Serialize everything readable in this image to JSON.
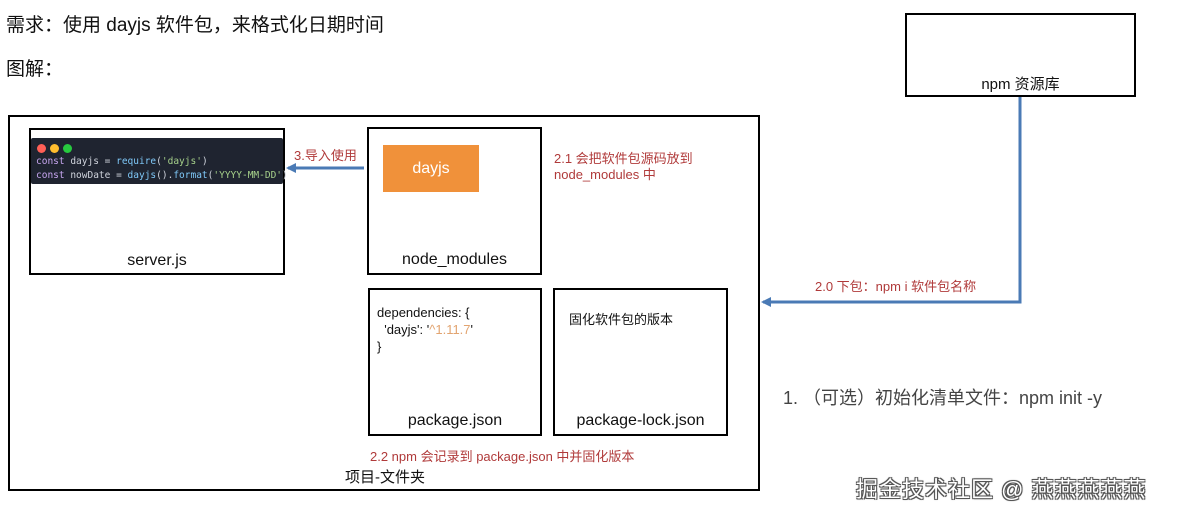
{
  "heading": {
    "requirement": "需求：使用 dayjs 软件包，来格式化日期时间",
    "diagram": "图解："
  },
  "registry": {
    "label": "npm 资源库"
  },
  "project": {
    "label": "项目-文件夹"
  },
  "server": {
    "label": "server.js",
    "code_line1": [
      "const ",
      "dayjs",
      " = ",
      "require",
      "(",
      "'dayjs'",
      ")"
    ],
    "code_line2": [
      "const ",
      "nowDate",
      " = ",
      "dayjs",
      "().",
      "format",
      "(",
      "'YYYY-MM-DD'",
      ")"
    ]
  },
  "node_modules": {
    "label": "node_modules",
    "package_tag": "dayjs"
  },
  "package_json": {
    "label": "package.json",
    "line1": "dependencies: {",
    "line2_key": "  'dayjs': '",
    "line2_value": "^1.11.7",
    "line2_end": "'",
    "line3": "}"
  },
  "package_lock": {
    "label": "package-lock.json",
    "note": "固化软件包的版本"
  },
  "annotations": {
    "import": "3.导入使用",
    "copy_source_1": "2.1 会把软件包源码放到",
    "copy_source_2": "node_modules 中",
    "download": "2.0 下包：npm i 软件包名称",
    "record": "2.2 npm 会记录到 package.json 中并固化版本",
    "init": "1. （可选）初始化清单文件：npm init -y"
  },
  "watermark": "掘金技术社区 @ 燕燕燕燕燕",
  "colors": {
    "arrow": "#4a7ab5",
    "annotation_red": "#b03a3a",
    "dayjs_tag": "#f0913a",
    "code_bg": "#1f2430"
  }
}
